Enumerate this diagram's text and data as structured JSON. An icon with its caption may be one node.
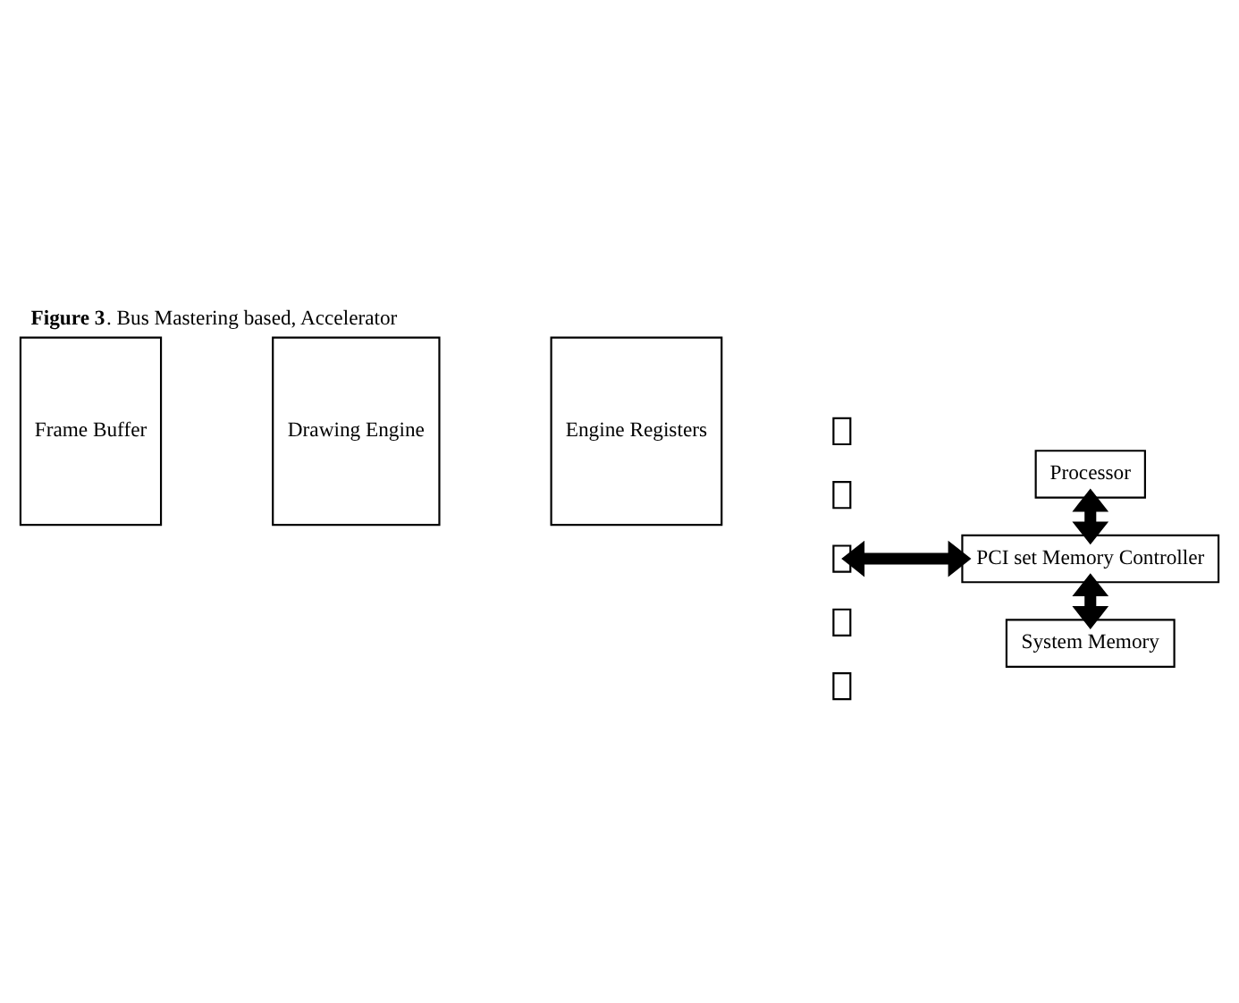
{
  "diagram": {
    "title": "**Figure 3**. Bus Mastering based, Accelerator",
    "nodes": [
      {
        "text": [
          "Processor"
        ]
      },
      {
        "text": [
          "Frame Buffer"
        ]
      },
      {
        "text": [
          "Drawing Engine"
        ]
      },
      {
        "text": [
          "Engine Registers"
        ]
      },
      {
        "text": [],
        "shape": "box"
      },
      {
        "text": [],
        "shape": "box"
      },
      {
        "text": [],
        "shape": "box"
      },
      {
        "text": [],
        "shape": "box"
      },
      {
        "text": [],
        "shape": "box"
      },
      {
        "text": [
          "PCI set Memory Controller"
        ]
      },
      {
        "text": [
          "System Memory"
        ]
      }
    ],
    "edges": [
      {
        "from": 0,
        "to": 9,
        "arrow": "both"
      },
      {
        "from": 6,
        "to": 9,
        "arrow": "both"
      },
      {
        "from": 9,
        "to": 10,
        "arrow": "both"
      }
    ]
  }
}
